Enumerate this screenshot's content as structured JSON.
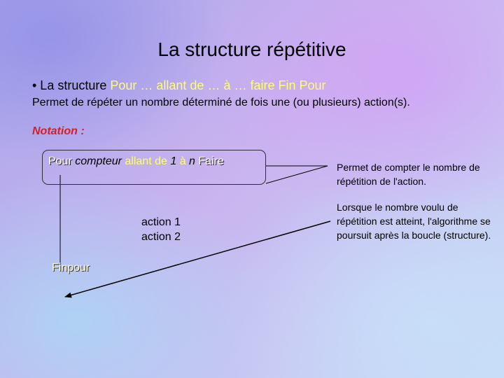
{
  "slide": {
    "title": "La structure répétitive",
    "bullet": {
      "prefix": "• La structure ",
      "highlight": "Pour … allant de … à … faire  Fin Pour"
    },
    "description": "Permet de répéter un nombre déterminé de fois une (ou plusieurs) action(s).",
    "notation_label": "Notation :",
    "syntax": {
      "pour": "Pour ",
      "compteur": "compteur",
      "allant_de": " allant de ",
      "start": "1",
      "a": " à ",
      "end": "n",
      "faire": " Faire"
    },
    "actions": [
      "action 1",
      "action 2"
    ],
    "finpour": "Finpour",
    "notes": [
      "Permet de compter le nombre de répétition de l'action.",
      "Lorsque le nombre voulu de répétition est atteint, l'algorithme se poursuit après la boucle (structure)."
    ]
  },
  "colors": {
    "highlight": "#ffff66",
    "notation": "#d0202a",
    "background_start": "#a9a6ea",
    "background_end": "#c7dcf6"
  }
}
